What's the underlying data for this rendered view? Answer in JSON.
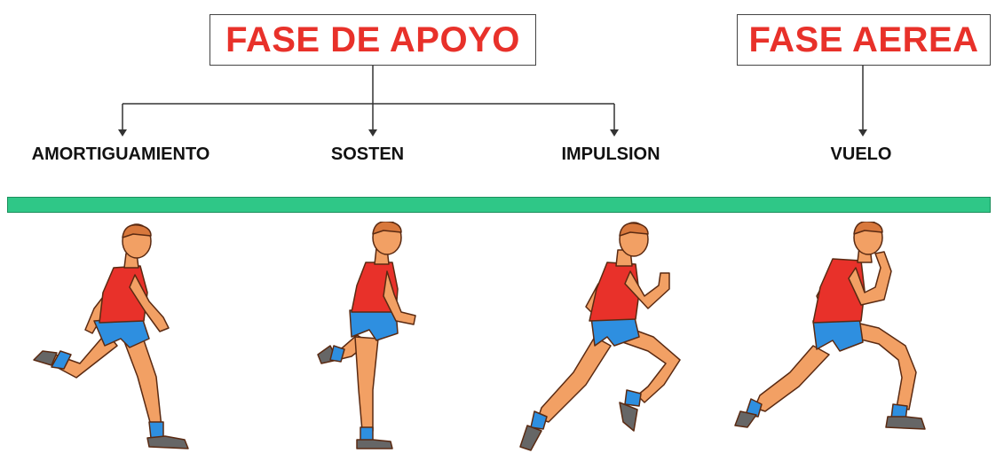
{
  "phases": [
    {
      "title": "FASE DE APOYO"
    },
    {
      "title": "FASE AEREA"
    }
  ],
  "stages": [
    {
      "label": "AMORTIGUAMIENTO"
    },
    {
      "label": "SOSTEN"
    },
    {
      "label": "IMPULSION"
    },
    {
      "label": "VUELO"
    }
  ],
  "colors": {
    "phase_title": "#e8312a",
    "track": "#2fc787",
    "shirt": "#e8312a",
    "shorts": "#2e8fe0",
    "skin": "#f2a064",
    "socks": "#2e8fe0"
  }
}
